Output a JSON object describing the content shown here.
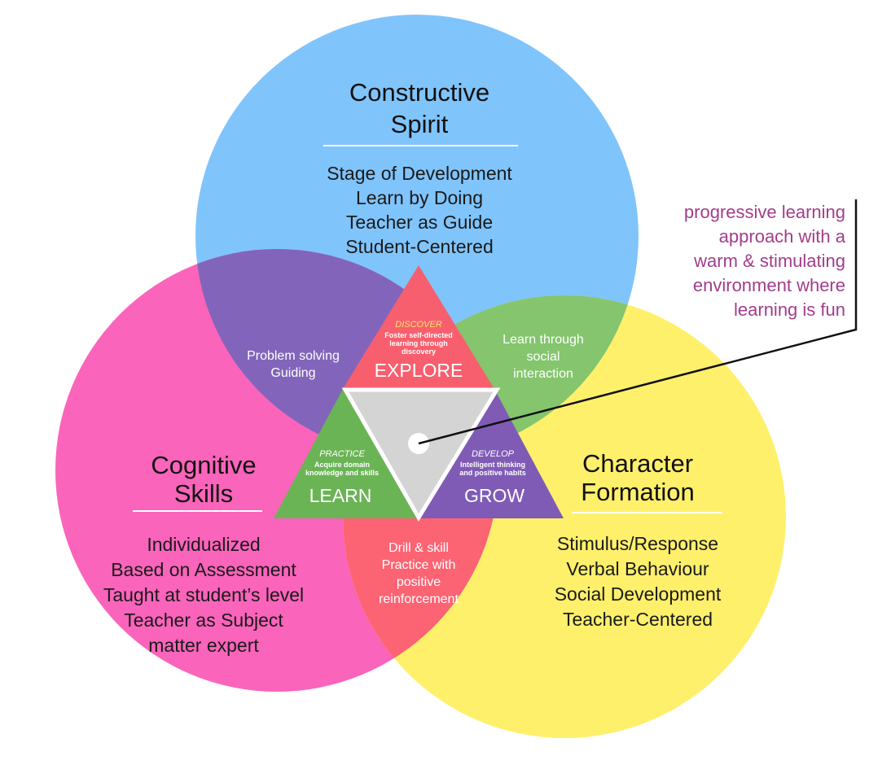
{
  "colors": {
    "constructive": "#80C4FC",
    "cognitive": "#FA64BB",
    "character": "#FFF06C",
    "overlap_cs_cog": "#8265BA",
    "overlap_cs_char": "#84C56D",
    "overlap_cog_char": "#FC6473",
    "tri_explore": "#F85F6E",
    "tri_learn": "#6BB456",
    "tri_grow": "#7F5BB6",
    "tri_center": "#D4D4D4",
    "discover_label": "#FFE36B",
    "callout": "#A23D8B"
  },
  "constructive": {
    "title_lines": [
      "Constructive",
      "Spirit"
    ],
    "items": [
      "Stage of Development",
      "Learn by Doing",
      "Teacher as Guide",
      "Student-Centered"
    ]
  },
  "cognitive": {
    "title_lines": [
      "Cognitive",
      "Skills"
    ],
    "items": [
      "Individualized",
      "Based on Assessment",
      "Taught at student’s level",
      "Teacher as Subject",
      "matter expert"
    ]
  },
  "character": {
    "title_lines": [
      "Character",
      "Formation"
    ],
    "items": [
      "Stimulus/Response",
      "Verbal Behaviour",
      "Social Development",
      "Teacher-Centered"
    ]
  },
  "overlaps": {
    "constructive_cognitive": [
      "Problem solving",
      "Guiding"
    ],
    "constructive_character": [
      "Learn through",
      "social",
      "interaction"
    ],
    "cognitive_character": [
      "Drill & skill",
      "Practice with",
      "positive",
      "reinforcement"
    ]
  },
  "triangle": {
    "explore": {
      "verb": "DISCOVER",
      "desc": [
        "Foster self-directed",
        "learning through",
        "discovery"
      ],
      "label": "EXPLORE"
    },
    "learn": {
      "verb": "PRACTICE",
      "desc": [
        "Acquire domain",
        "knowledge and skills"
      ],
      "label": "LEARN"
    },
    "grow": {
      "verb": "DEVELOP",
      "desc": [
        "Intelligent thinking",
        "and positive habits"
      ],
      "label": "GROW"
    }
  },
  "callout": {
    "lines": [
      "progressive learning",
      "approach with a",
      "warm & stimulating",
      "environment where",
      "learning is fun"
    ]
  }
}
